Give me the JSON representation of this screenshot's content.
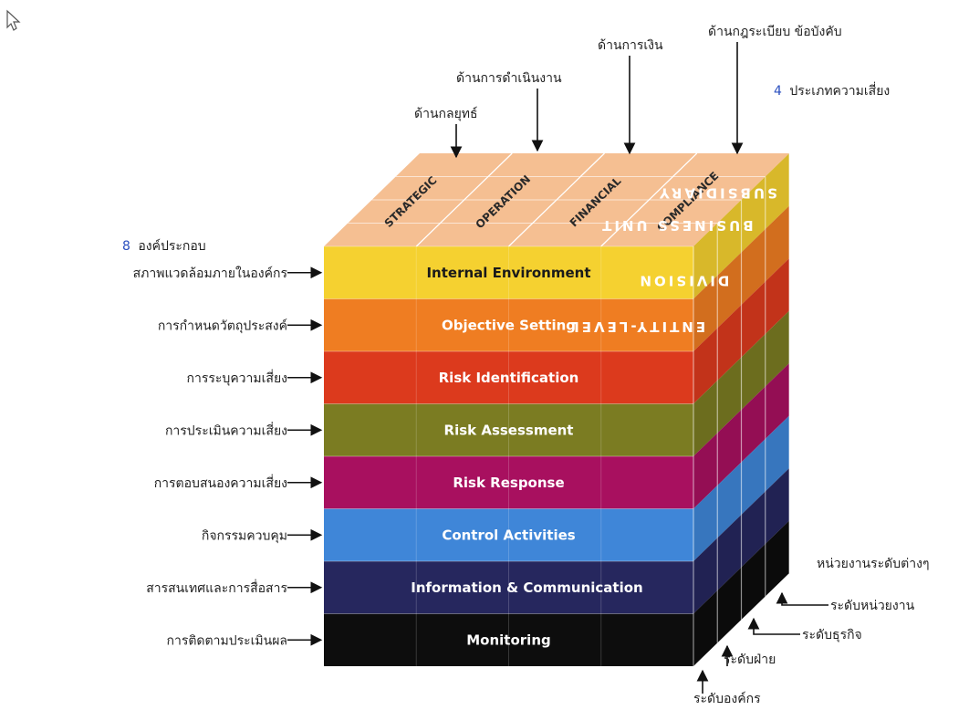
{
  "cursor_icon": "pointer-arrow-icon",
  "legend_type_count": "4",
  "legend_type_text": "ประเภทความเสี่ยง",
  "legend_component_count": "8",
  "legend_component_text": "องค์ประกอบ",
  "risk_types": [
    {
      "top_label": "STRATEGIC",
      "thai": "ด้านกลยุทธ์"
    },
    {
      "top_label": "OPERATION",
      "thai": "ด้านการดำเนินงาน"
    },
    {
      "top_label": "FINANCIAL",
      "thai": "ด้านการเงิน"
    },
    {
      "top_label": "COMPLIANCE",
      "thai": "ด้านกฎระเบียบ ข้อบังคับ"
    }
  ],
  "components": [
    {
      "label": "Internal Environment",
      "thai": "สภาพแวดล้อมภายในองค์กร",
      "color": "#f5d130",
      "text_color": "#1a1a1a"
    },
    {
      "label": "Objective Setting",
      "thai": "การกำหนดวัตถุประสงค์",
      "color": "#ef7d22",
      "text_color": "#ffffff"
    },
    {
      "label": "Risk  Identification",
      "thai": "การระบุความเสี่ยง",
      "color": "#dc3a1d",
      "text_color": "#ffffff"
    },
    {
      "label": "Risk Assessment",
      "thai": "การประเมินความเสี่ยง",
      "color": "#7b7c22",
      "text_color": "#ffffff"
    },
    {
      "label": "Risk Response",
      "thai": "การตอบสนองความเสี่ยง",
      "color": "#a8105f",
      "text_color": "#ffffff"
    },
    {
      "label": "Control Activities",
      "thai": "กิจกรรมควบคุม",
      "color": "#3f86d8",
      "text_color": "#ffffff"
    },
    {
      "label": "Information & Communication",
      "thai": "สารสนเทศและการสื่อสาร",
      "color": "#26275e",
      "text_color": "#ffffff"
    },
    {
      "label": "Monitoring",
      "thai": "การติดตามประเมินผล",
      "color": "#0d0d0d",
      "text_color": "#ffffff"
    }
  ],
  "unit_levels": [
    {
      "side_label": "ENTITY-LEVEL",
      "thai": "ระดับองค์กร"
    },
    {
      "side_label": "DIVISION",
      "thai": "ระดับฝ่าย"
    },
    {
      "side_label": "BUSINESS UNIT",
      "thai": "ระดับธุรกิจ"
    },
    {
      "side_label": "SUBSIDIARY",
      "thai": "ระดับหน่วยงาน"
    }
  ],
  "unit_levels_caption": "หน่วยงานระดับต่างๆ",
  "colors": {
    "top_face": "#f5bf92",
    "top_lines": "#ffffff",
    "arrow": "#111111"
  }
}
